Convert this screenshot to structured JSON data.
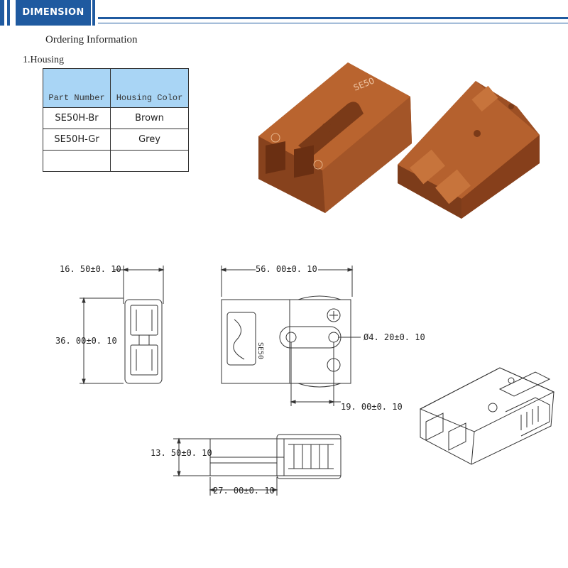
{
  "header": {
    "tab_label": "DIMENSION",
    "accent_color": "#1f5aa0"
  },
  "ordering": {
    "title": "Ordering Information",
    "section_title": "1.Housing",
    "table": {
      "headers": [
        "Part Number",
        "Housing Color"
      ],
      "rows": [
        [
          "SE50H-Br",
          "Brown"
        ],
        [
          "SE50H-Gr",
          "Grey"
        ],
        [
          "",
          ""
        ]
      ],
      "header_color": "#a9d5f5"
    }
  },
  "product": {
    "body_text": "SE50",
    "color": "#a0522d"
  },
  "dimensions": {
    "width": "16. 50±0. 10",
    "height": "36. 00±0. 10",
    "length": "56. 00±0. 10",
    "hole_dia": "Ø4. 20±0. 10",
    "hole_pitch": "19. 00±0. 10",
    "thickness": "13. 50±0. 10",
    "depth": "27. 00±0. 10"
  }
}
